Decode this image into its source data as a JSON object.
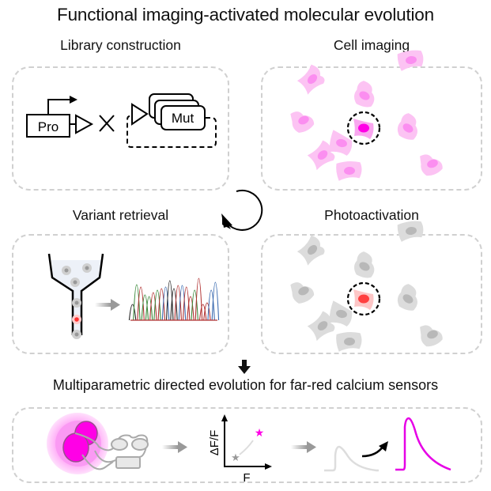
{
  "title": "Functional imaging-activated molecular evolution",
  "steps": [
    {
      "id": "library",
      "label": "Library construction",
      "promoter_label": "Pro",
      "mutant_label": "Mut"
    },
    {
      "id": "imaging",
      "label": "Cell imaging"
    },
    {
      "id": "retrieval",
      "label": "Variant retrieval"
    },
    {
      "id": "photoactivation",
      "label": "Photoactivation"
    }
  ],
  "bottom": {
    "label": "Multiparametric directed evolution for far-red calcium sensors",
    "plot": {
      "ylabel": "ΔF/F",
      "xlabel": "F"
    }
  },
  "colors": {
    "panel_border": "#d0d0d0",
    "cell_pink": "#fcc3f3",
    "nucleus_pink": "#fb8ef0",
    "selected_nucleus": "#ff00e6",
    "cell_gray": "#dcdcdc",
    "nucleus_gray": "#b8b8b8",
    "activated_cell": "#fdc6c6",
    "activated_nucleus": "#ff4040",
    "magenta": "#e600e6",
    "trace_green": "#3a8a3a",
    "trace_red": "#b03030",
    "trace_blue": "#3a6ab0",
    "trace_black": "#222222"
  }
}
